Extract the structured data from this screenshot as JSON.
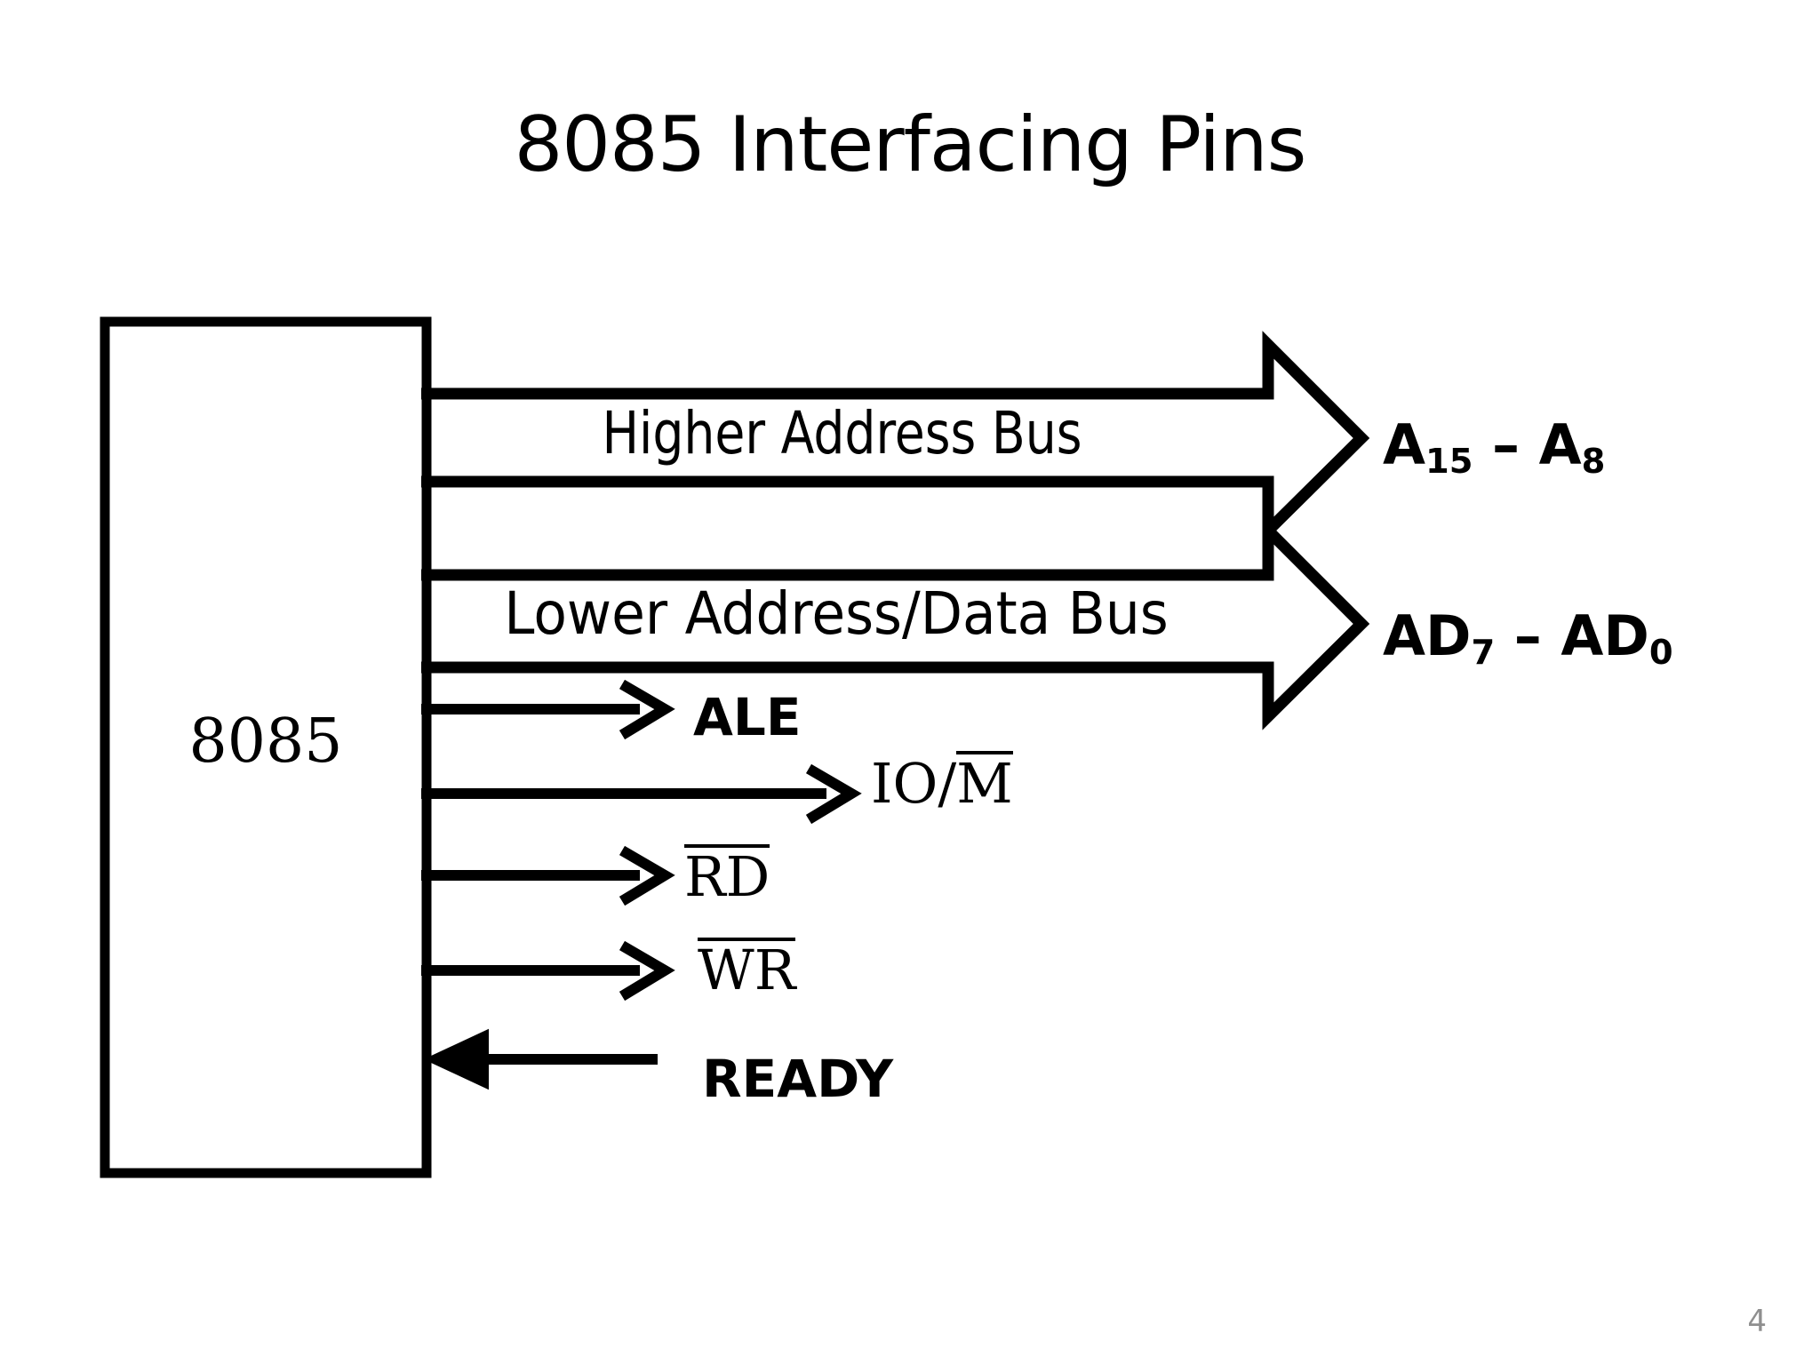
{
  "slide": {
    "title": "8085 Interfacing Pins",
    "page_number": "4",
    "background_color": "#ffffff",
    "ink_color": "#000000",
    "page_number_color": "#8f8f8f"
  },
  "cpu": {
    "label": "8085"
  },
  "buses": [
    {
      "id": "higher-address-bus",
      "label": "Higher Address Bus",
      "pin_prefix_a": "A",
      "pin_sub_a": "15",
      "pin_dash": " – ",
      "pin_prefix_b": "A",
      "pin_sub_b": "8",
      "direction": "out"
    },
    {
      "id": "lower-address-data-bus",
      "label": "Lower Address/Data Bus",
      "pin_prefix_a": "AD",
      "pin_sub_a": "7",
      "pin_dash": " – ",
      "pin_prefix_b": "AD",
      "pin_sub_b": "0",
      "direction": "bidirectional"
    }
  ],
  "signals": [
    {
      "id": "ale",
      "label": "ALE",
      "style": "sans",
      "overline": "none",
      "direction": "out"
    },
    {
      "id": "io-m",
      "label_a": "IO/",
      "label_b": "M",
      "style": "serif",
      "overline": "partial",
      "direction": "out"
    },
    {
      "id": "rd",
      "label": "RD",
      "style": "serif",
      "overline": "full",
      "direction": "out"
    },
    {
      "id": "wr",
      "label": "WR",
      "style": "serif",
      "overline": "full",
      "direction": "out"
    },
    {
      "id": "ready",
      "label": "READY",
      "style": "sans",
      "overline": "none",
      "direction": "in"
    }
  ]
}
